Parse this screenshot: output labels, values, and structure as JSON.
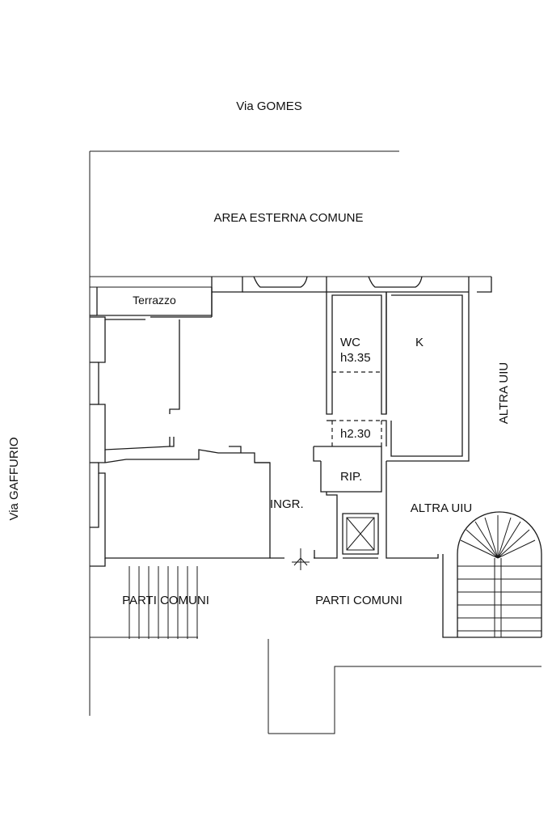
{
  "labels": {
    "street_top": "Via GOMES",
    "street_left": "Via GAFFURIO",
    "area_external": "AREA ESTERNA COMUNE",
    "terrace": "Terrazzo",
    "wc": "WC",
    "wc_height": "h3.35",
    "kitchen": "K",
    "corridor_height": "h2.30",
    "storage": "RIP.",
    "entrance": "INGR.",
    "other_unit_right": "ALTRA UIU",
    "other_unit_bottom": "ALTRA UIU",
    "common_parts_left": "PARTI COMUNI",
    "common_parts_center": "PARTI COMUNI"
  }
}
